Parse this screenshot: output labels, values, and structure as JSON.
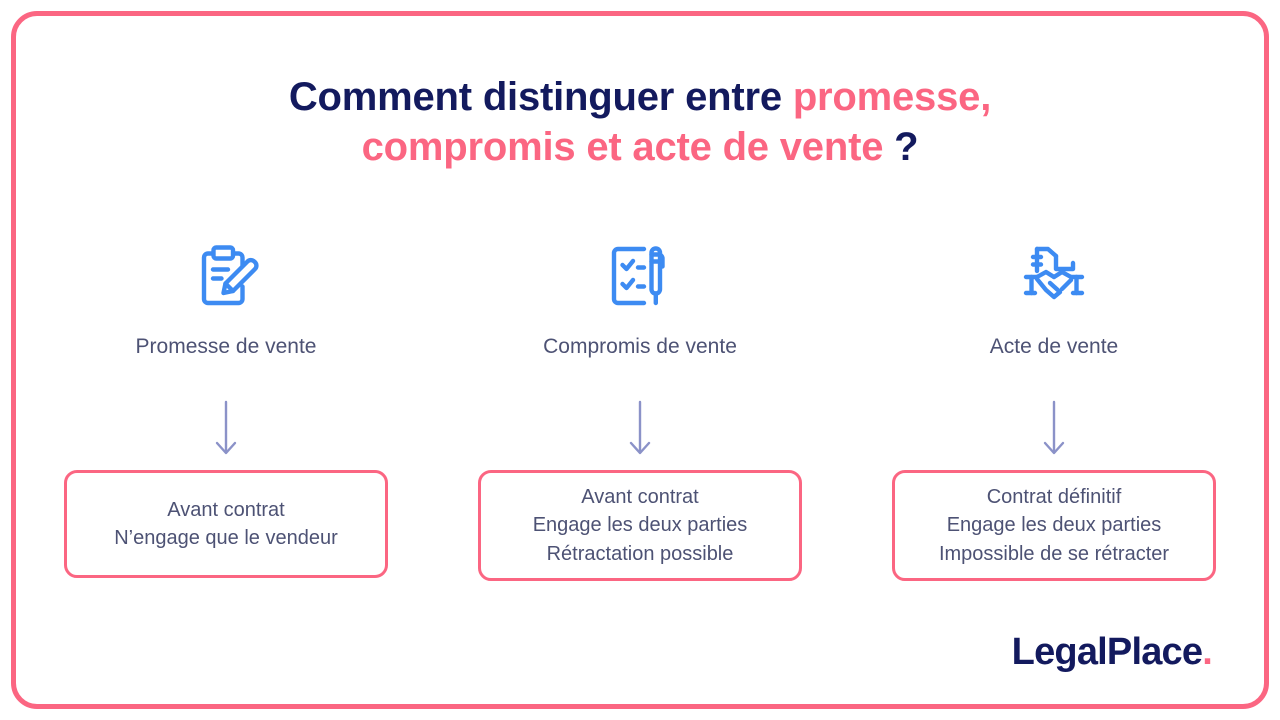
{
  "poster": {
    "border_color": "#fb6682",
    "background": "#ffffff"
  },
  "title": {
    "line1_dark": "Comment distinguer entre ",
    "line1_pink": "promesse,",
    "line2_pink": "compromis et acte de vente",
    "line2_dark": " ?",
    "dark_color": "#131a5e",
    "accent_color": "#fb6682"
  },
  "columns": [
    {
      "icon": "clipboard-pencil-icon",
      "label": "Promesse de vente",
      "arrow": "arrow-down-icon",
      "box_text": "Avant contrat\nN’engage que le vendeur"
    },
    {
      "icon": "checklist-pen-icon",
      "label": "Compromis de vente",
      "arrow": "arrow-down-icon",
      "box_text": "Avant contrat\nEngage les deux parties\nRétractation possible"
    },
    {
      "icon": "handshake-contract-icon",
      "label": "Acte de vente",
      "arrow": "arrow-down-icon",
      "box_text": "Contrat définitif\nEngage les deux parties\nImpossible de se rétracter"
    }
  ],
  "logo": {
    "name": "LegalPlace",
    "dot": ".",
    "name_color": "#131a5e",
    "dot_color": "#fb6682"
  },
  "colors": {
    "icon_blue": "#3d8bf2",
    "arrow_purple": "#8b92c8",
    "body_text": "#4d5274"
  }
}
